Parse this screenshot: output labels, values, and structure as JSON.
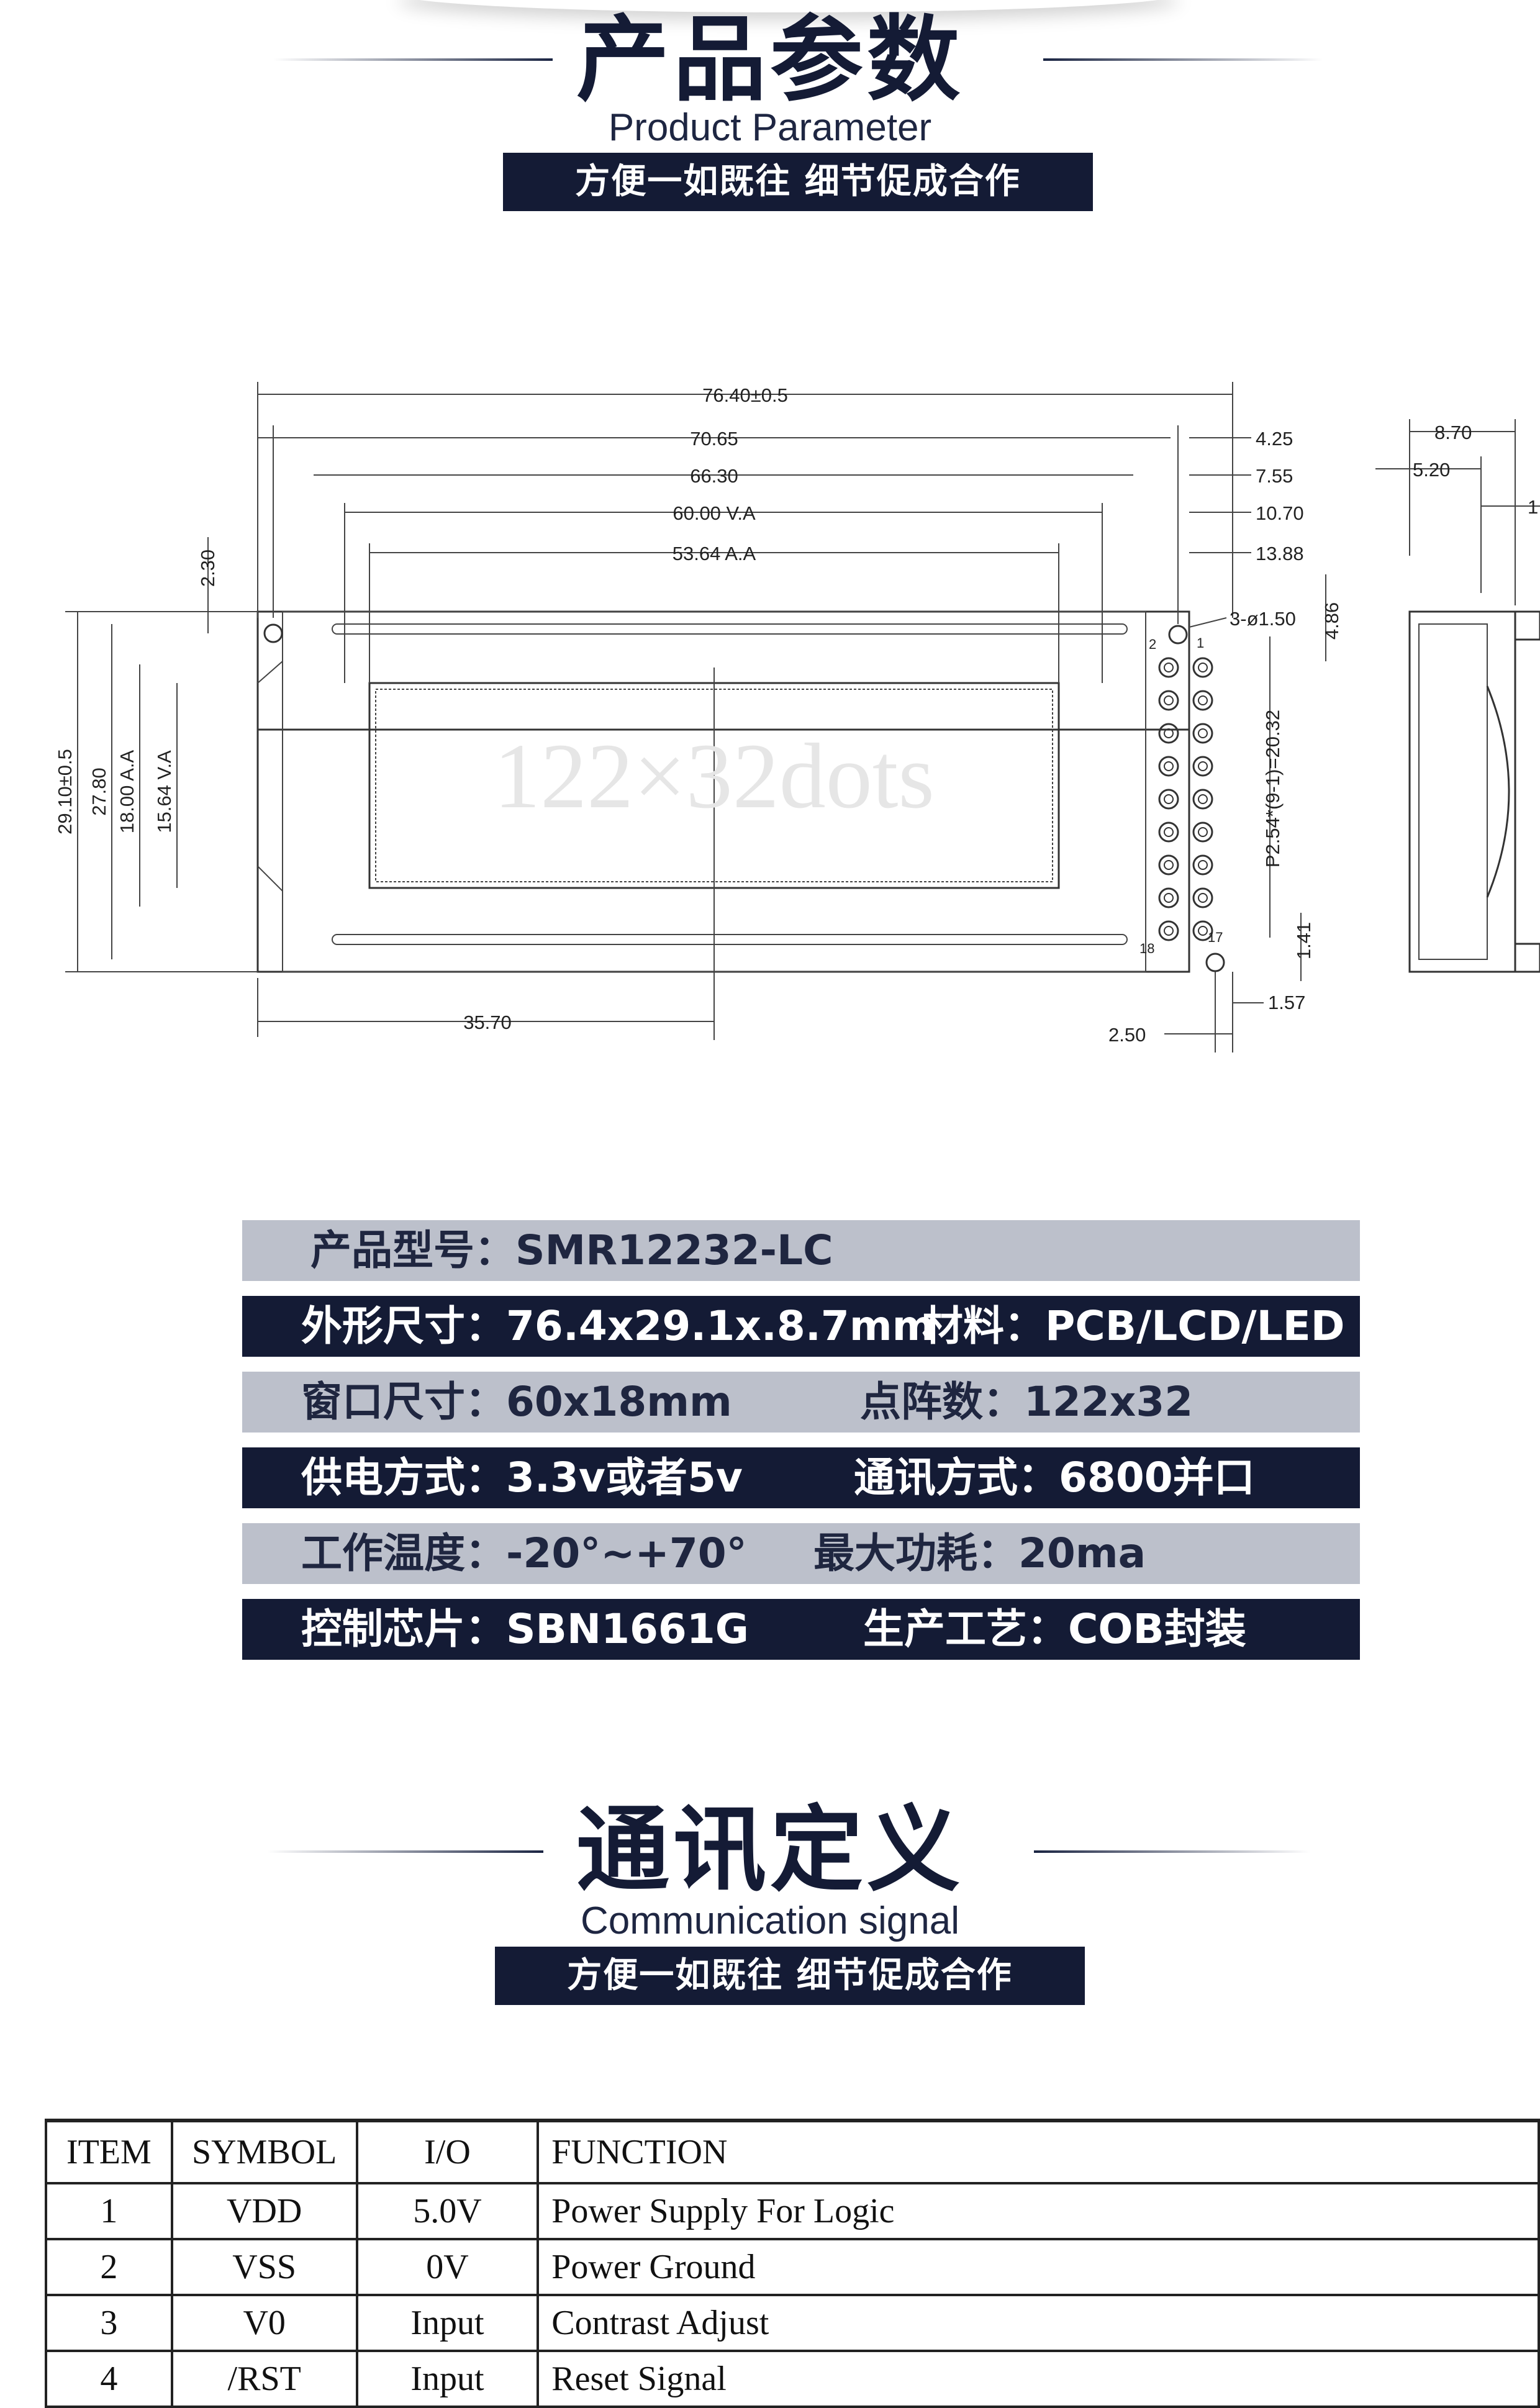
{
  "section1": {
    "title_cn": "产品参数",
    "title_en": "Product Parameter",
    "slogan": "方便一如既往  细节促成合作"
  },
  "drawing": {
    "dims": {
      "d_76_40": "76.40±0.5",
      "d_70_65": "70.65",
      "d_66_30": "66.30",
      "d_60_00": "60.00  V.A",
      "d_53_64": "53.64  A.A",
      "d_4_25": "4.25",
      "d_7_55": "7.55",
      "d_10_70": "10.70",
      "d_13_88": "13.88",
      "d_2_30": "2.30",
      "d_holes": "3-ø1.50",
      "d_4_86": "4.86",
      "d_29_10": "29.10±0.5",
      "d_27_80": "27.80",
      "d_18_00": "18.00  A.A",
      "d_15_64": "15.64  V.A",
      "d_pitch": "P2.54*(9-1)=20.32",
      "d_1_41": "1.41",
      "d_1_57": "1.57",
      "d_2_50": "2.50",
      "d_35_70": "35.70",
      "d_8_70": "8.70",
      "d_5_20": "5.20",
      "d_side_1": "1",
      "pin_2": "2",
      "pin_1": "1",
      "pin_18": "18",
      "pin_17": "17"
    },
    "watermark": "122×32dots"
  },
  "specs": [
    {
      "c1": "产品型号：SMR12232-LC",
      "c2": ""
    },
    {
      "c1": "外形尺寸：76.4x29.1x.8.7mm",
      "c2": "材料：PCB/LCD/LED"
    },
    {
      "c1": "窗口尺寸：60x18mm",
      "c2": "点阵数：122x32"
    },
    {
      "c1": "供电方式：3.3v或者5v",
      "c2": "通讯方式：6800并口"
    },
    {
      "c1": "工作温度：-20°~+70°",
      "c2": "最大功耗：20ma"
    },
    {
      "c1": "控制芯片：SBN1661G",
      "c2": "生产工艺：COB封装"
    }
  ],
  "section2": {
    "title_cn": "通讯定义",
    "title_en": "Communication signal",
    "slogan": "方便一如既往  细节促成合作"
  },
  "signal_table": {
    "headers": [
      "ITEM",
      "SYMBOL",
      "I/O",
      "FUNCTION"
    ],
    "rows": [
      [
        "1",
        "VDD",
        "5.0V",
        "Power Supply For Logic"
      ],
      [
        "2",
        "VSS",
        "0V",
        "Power Ground"
      ],
      [
        "3",
        "V0",
        "Input",
        "Contrast Adjust"
      ],
      [
        "4",
        "/RST",
        "Input",
        "Reset Signal"
      ]
    ]
  }
}
